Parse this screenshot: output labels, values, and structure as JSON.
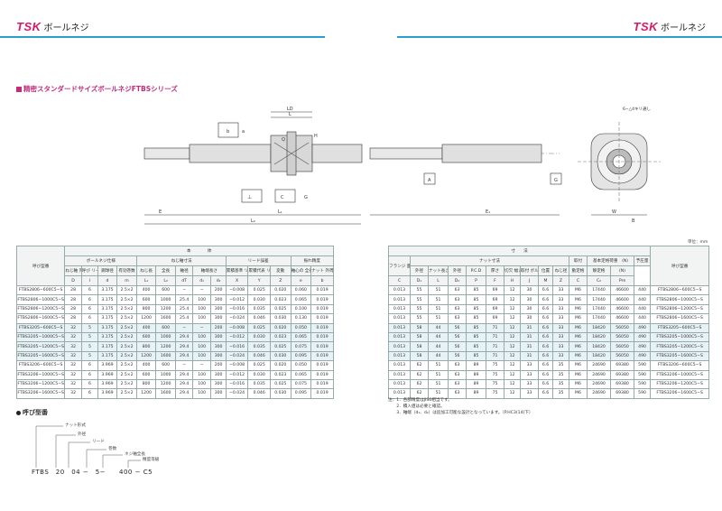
{
  "header": {
    "brand": "TSK",
    "product": "ボールネジ"
  },
  "section_title": "精密スタンダードサイズボールネジFTBSシリーズ",
  "drawing": {
    "dim_LD": "LD",
    "dim_L": "L",
    "dim_H": "H",
    "dim_Q": "Q",
    "dim_E": "E",
    "dim_L1": "L₁",
    "dim_L0": "L₀",
    "dim_E1": "E₁",
    "box_b": "b",
    "box_a": "a",
    "box_c": "C",
    "box_g": "G",
    "box_A": "A",
    "box_G": "G",
    "hole_note": "6−△4キリ通し",
    "sym_perp": "⊥",
    "sym_b": "b",
    "sym_W": "W",
    "sym_B": "B"
  },
  "unit": "単位：mm",
  "left_table": {
    "group_main": "本　　　　体",
    "group_ballscrew": "ボールネジ仕様",
    "group_screw": "ねじ軸寸法",
    "group_lead": "リード誤差",
    "group_runout": "振れ精度",
    "col_model": "呼び型番",
    "headers": [
      "ねじ軸\n外径",
      "呼び\nリード",
      "鋼球径",
      "有効巻数",
      "ねじ長",
      "全長",
      "軸径",
      "軸端長さ",
      "",
      "",
      "累積基準\nリード\n目標値",
      "累積代表\nリード\n誤差値",
      "変動",
      "軸心の\n全長方向\n振れ",
      "ナット\n外周面\nの振れ"
    ],
    "syms": [
      "D",
      "l",
      "d",
      "m",
      "L₁",
      "L₀",
      "dT",
      "d₁",
      "d₂",
      "X",
      "Y",
      "Z",
      "e",
      "b"
    ],
    "rows": [
      [
        "FTBS2806−600C5−S",
        "28",
        "6",
        "3.175",
        "2.5×2",
        "400",
        "600",
        "−",
        "−",
        "200",
        "−0.008",
        "0.025",
        "0.020",
        "0.060",
        "0.019"
      ],
      [
        "FTBS2806−1000C5−S",
        "28",
        "6",
        "3.175",
        "2.5×2",
        "600",
        "1000",
        "25.4",
        "100",
        "300",
        "−0.012",
        "0.030",
        "0.023",
        "0.065",
        "0.019"
      ],
      [
        "FTBS2806−1200C5−S",
        "28",
        "6",
        "3.175",
        "2.5×2",
        "800",
        "1200",
        "25.4",
        "100",
        "300",
        "−0.016",
        "0.035",
        "0.025",
        "0.100",
        "0.019"
      ],
      [
        "FTBS2806−1600C5−S",
        "28",
        "6",
        "3.175",
        "2.5×2",
        "1200",
        "1600",
        "25.4",
        "100",
        "300",
        "−0.024",
        "0.046",
        "0.030",
        "0.130",
        "0.019"
      ],
      [
        "FTBS3205−600C5−S",
        "32",
        "5",
        "3.175",
        "2.5×2",
        "400",
        "600",
        "−",
        "−",
        "200",
        "−0.008",
        "0.025",
        "0.020",
        "0.050",
        "0.019"
      ],
      [
        "FTBS3205−1000C5−S",
        "32",
        "5",
        "3.175",
        "2.5×2",
        "600",
        "1000",
        "29.4",
        "100",
        "300",
        "−0.012",
        "0.030",
        "0.023",
        "0.065",
        "0.019"
      ],
      [
        "FTBS3205−1200C5−S",
        "32",
        "5",
        "3.175",
        "2.5×2",
        "800",
        "1200",
        "29.4",
        "100",
        "300",
        "−0.016",
        "0.035",
        "0.025",
        "0.075",
        "0.019"
      ],
      [
        "FTBS3205−1600C5−S",
        "32",
        "5",
        "3.175",
        "2.5×2",
        "1200",
        "1600",
        "29.4",
        "100",
        "300",
        "−0.024",
        "0.046",
        "0.030",
        "0.095",
        "0.019"
      ],
      [
        "FTBS3206−600C5−S",
        "32",
        "6",
        "3.969",
        "2.5×2",
        "400",
        "600",
        "−",
        "−",
        "200",
        "−0.008",
        "0.025",
        "0.020",
        "0.050",
        "0.019"
      ],
      [
        "FTBS3206−1000C5−S",
        "32",
        "6",
        "3.969",
        "2.5×2",
        "600",
        "1000",
        "29.4",
        "100",
        "300",
        "−0.012",
        "0.030",
        "0.023",
        "0.065",
        "0.019"
      ],
      [
        "FTBS3206−1200C5−S",
        "32",
        "6",
        "3.969",
        "2.5×2",
        "800",
        "1200",
        "29.4",
        "100",
        "300",
        "−0.016",
        "0.035",
        "0.025",
        "0.075",
        "0.019"
      ],
      [
        "FTBS3206−1600C5−S",
        "32",
        "6",
        "3.969",
        "2.5×2",
        "1200",
        "1600",
        "29.4",
        "100",
        "300",
        "−0.024",
        "0.046",
        "0.030",
        "0.095",
        "0.019"
      ]
    ]
  },
  "right_table": {
    "group_dims": "寸　　法",
    "group_nut": "ナット寸法",
    "group_flange": "フランジ部",
    "group_bolt": "取付",
    "group_load": "基本定格荷重　(N)",
    "group_rigid": "予圧量",
    "col_model": "呼び型番",
    "headers": [
      "フランジ\n面付面直\nの振れ",
      "外径",
      "ナット長さ",
      "外径",
      "P.C.D",
      "厚さ",
      "切欠\n幅さ",
      "取付\nボルト穴",
      "位置",
      "ねじ径",
      "動定格",
      "静定格",
      "(N)"
    ],
    "syms": [
      "C",
      "D₁",
      "L",
      "D₂",
      "P",
      "F",
      "H",
      "J",
      "M",
      "Z",
      "C",
      "C₀",
      "Pre"
    ],
    "rows": [
      [
        "0.013",
        "55",
        "51",
        "63",
        "85",
        "69",
        "12",
        "30",
        "6.6",
        "33",
        "M6",
        "17440",
        "46600",
        "440",
        "FTBS2806−600C5−S"
      ],
      [
        "0.013",
        "55",
        "51",
        "63",
        "85",
        "69",
        "12",
        "30",
        "6.6",
        "33",
        "M6",
        "17440",
        "46600",
        "440",
        "FTBS2806−1000C5−S"
      ],
      [
        "0.013",
        "55",
        "51",
        "63",
        "85",
        "69",
        "12",
        "30",
        "6.6",
        "33",
        "M6",
        "17440",
        "46600",
        "440",
        "FTBS2806−1200C5−S"
      ],
      [
        "0.013",
        "55",
        "51",
        "63",
        "85",
        "69",
        "12",
        "30",
        "6.6",
        "33",
        "M6",
        "17440",
        "46600",
        "440",
        "FTBS2806−1600C5−S"
      ],
      [
        "0.013",
        "58",
        "44",
        "56",
        "85",
        "71",
        "12",
        "31",
        "6.6",
        "33",
        "M6",
        "18420",
        "56050",
        "490",
        "FTBS3205−600C5−S"
      ],
      [
        "0.013",
        "58",
        "44",
        "56",
        "85",
        "71",
        "12",
        "31",
        "6.6",
        "33",
        "M6",
        "18420",
        "56050",
        "490",
        "FTBS3205−1000C5−S"
      ],
      [
        "0.013",
        "58",
        "44",
        "56",
        "85",
        "71",
        "12",
        "31",
        "6.6",
        "33",
        "M6",
        "18420",
        "56050",
        "490",
        "FTBS3205−1200C5−S"
      ],
      [
        "0.013",
        "58",
        "44",
        "56",
        "85",
        "71",
        "12",
        "31",
        "6.6",
        "33",
        "M6",
        "18420",
        "56050",
        "490",
        "FTBS3205−1600C5−S"
      ],
      [
        "0.013",
        "62",
        "51",
        "63",
        "89",
        "75",
        "12",
        "33",
        "6.6",
        "35",
        "M6",
        "24690",
        "69380",
        "590",
        "FTBS3206−600C5−S"
      ],
      [
        "0.013",
        "62",
        "51",
        "63",
        "89",
        "75",
        "12",
        "33",
        "6.6",
        "35",
        "M6",
        "24690",
        "69380",
        "590",
        "FTBS3206−1000C5−S"
      ],
      [
        "0.013",
        "62",
        "51",
        "63",
        "89",
        "75",
        "12",
        "33",
        "6.6",
        "35",
        "M6",
        "24690",
        "69380",
        "590",
        "FTBS3206−1200C5−S"
      ],
      [
        "0.013",
        "62",
        "51",
        "63",
        "89",
        "75",
        "12",
        "33",
        "6.6",
        "35",
        "M6",
        "24690",
        "69380",
        "590",
        "FTBS3206−1600C5−S"
      ]
    ]
  },
  "notes": [
    "注：1．各部精度はJIS6相当です。",
    "　　2．積入値は必要と確認。",
    "　　3．軸端（d₁、d₂）は追加工可能な設計となっています。（P.HC3(14)下）"
  ],
  "model_guide": {
    "title": "呼び型番",
    "labels": [
      "ナット形式",
      "外径",
      "リード",
      "巻数",
      "ネジ軸全長",
      "精度等級"
    ],
    "code": "FTBS　20　04 −　5−　　400 − C5"
  },
  "colors": {
    "brand": "#d41a6a",
    "accent_line": "#2aa0c8",
    "section": "#c22d7a",
    "highlight_row": "#e7f2f6"
  }
}
